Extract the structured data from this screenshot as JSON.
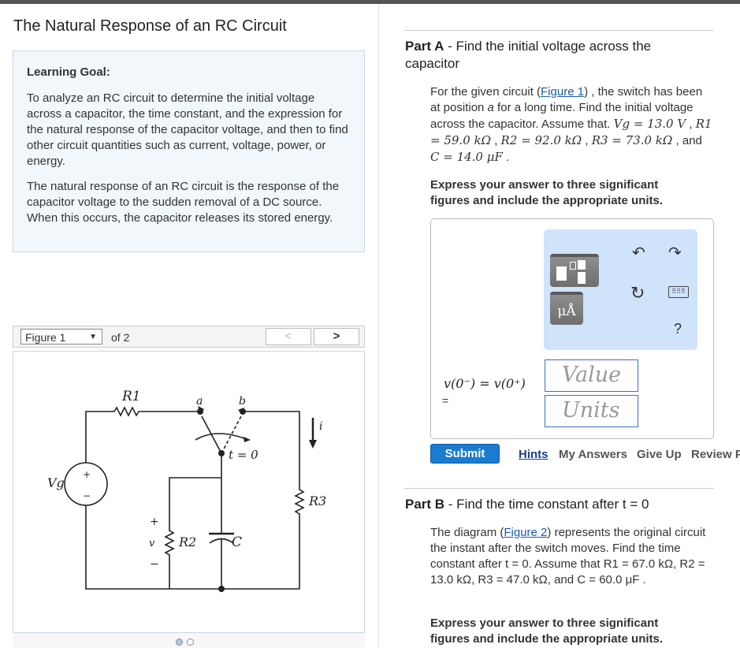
{
  "title": "The Natural Response of an RC Circuit",
  "goal": {
    "heading": "Learning Goal:",
    "p1": "To analyze an RC circuit to determine the initial voltage across a capacitor, the time constant, and the expression for the natural response of the capacitor voltage, and then to find other circuit quantities such as current, voltage, power, or energy.",
    "p2": "The natural response of an RC circuit is the response of the capacitor voltage to the sudden removal of a DC source. When this occurs, the capacitor releases its stored energy."
  },
  "figure": {
    "selected": "Figure 1",
    "of": "of 2",
    "prev": "<",
    "next": ">",
    "labels": {
      "r1": "R1",
      "r2": "R2",
      "r3": "R3",
      "vg": "Vg",
      "a": "a",
      "b": "b",
      "t0": "t = 0",
      "i": "i",
      "v": "v",
      "c": "C",
      "plus": "+",
      "minus": "−"
    }
  },
  "partA": {
    "label": "Part A",
    "title": " - Find the initial voltage across the capacitor",
    "t1": "For the given circuit (",
    "link": "Figure 1",
    "t2": ") , the switch has been at position ",
    "a": "a",
    "t3": " for a long time. Find the initial voltage across the capacitor. Assume that. ",
    "vals": [
      "Vg = 13.0 V",
      "R1 = 59.0 kΩ",
      "R2 = 92.0 kΩ",
      "R3 = 73.0 kΩ",
      "C = 14.0 μF"
    ],
    "express": "Express your answer to three significant figures and include the appropriate units.",
    "equation": "v(0⁻) = v(0⁺)",
    "eq": "=",
    "value_placeholder": "Value",
    "units_placeholder": "Units",
    "units_icon": "μÅ",
    "help": "?"
  },
  "actions": {
    "submit": "Submit",
    "hints": "Hints",
    "my_answers": "My Answers",
    "give_up": "Give Up",
    "review": "Review Part"
  },
  "partB": {
    "label": "Part B",
    "title": " - Find the time constant after t = 0",
    "text": "The diagram (",
    "link": "Figure 2",
    "text2": ") represents the original circuit the instant after the switch moves. Find the time constant after t = 0. Assume that R1 = 67.0 kΩ, R2 = 13.0 kΩ, R3 = 47.0 kΩ, and C = 60.0 μF .",
    "express": "Express your answer to three significant figures and include the appropriate units."
  }
}
